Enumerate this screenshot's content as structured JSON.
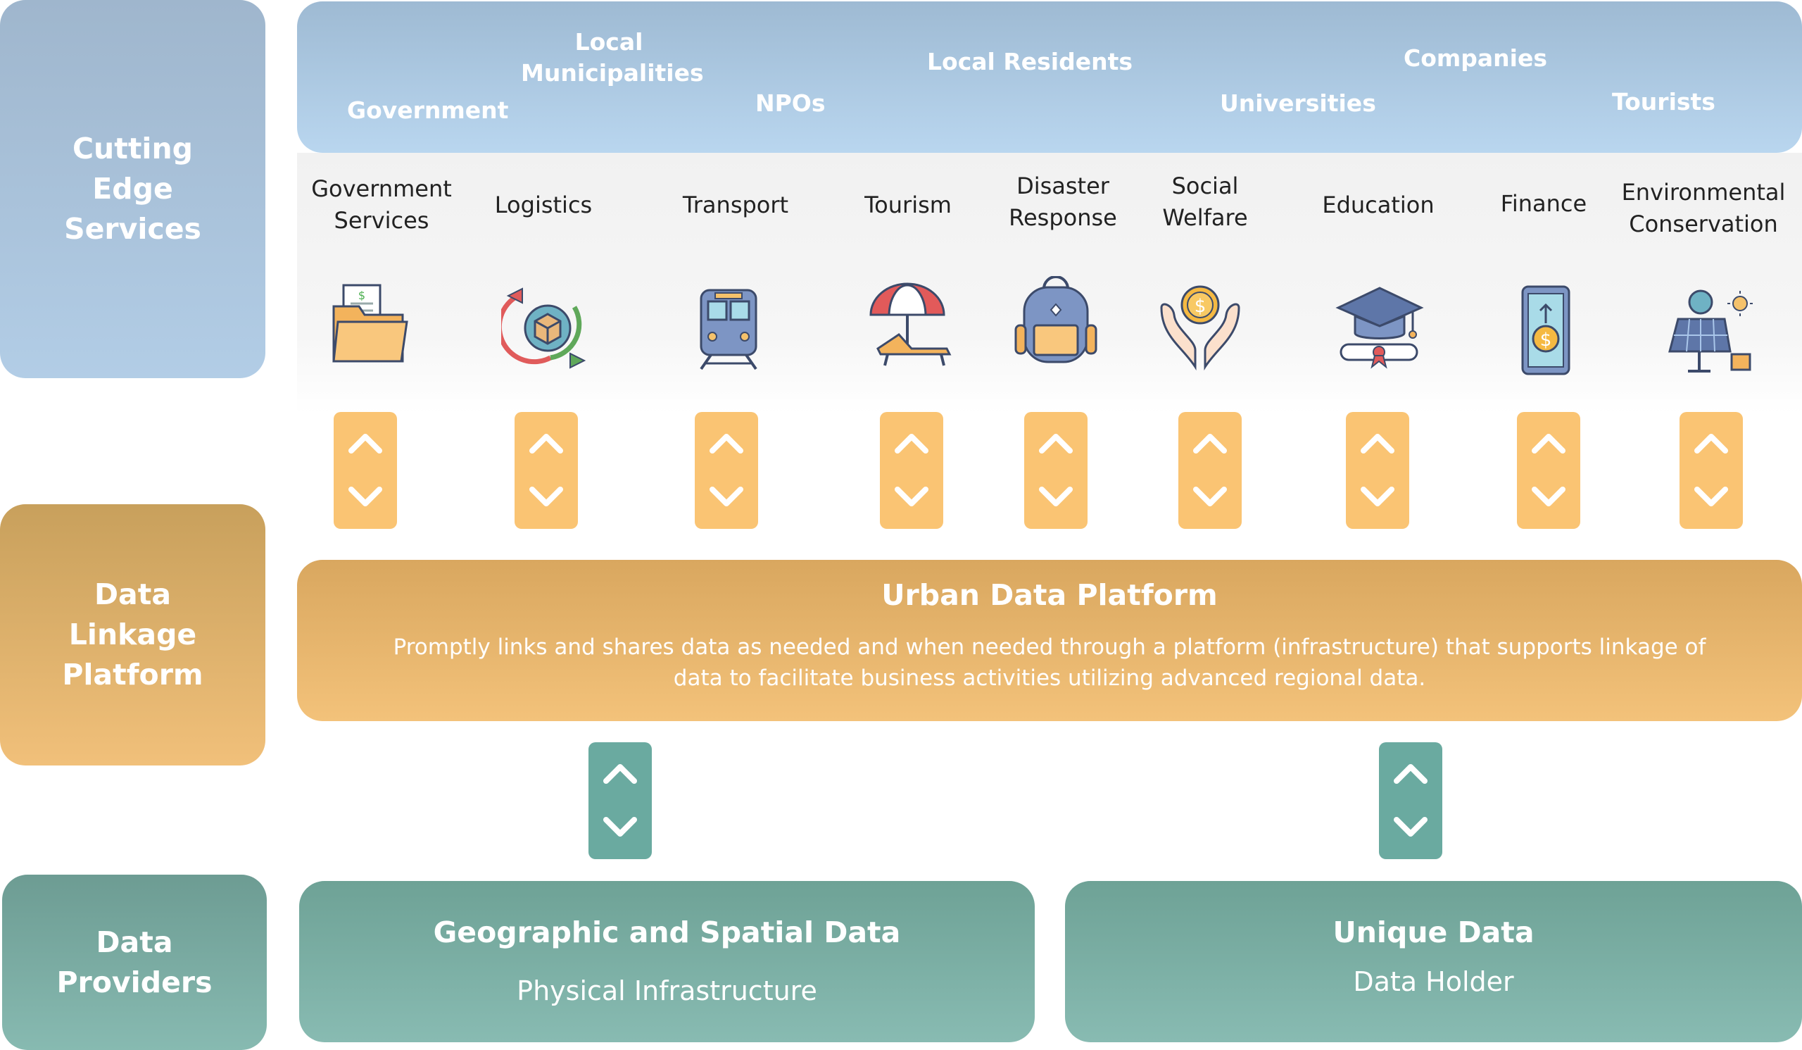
{
  "layers": {
    "cutting_edge": "Cutting Edge Services",
    "data_linkage": "Data Linkage Platform",
    "data_providers": "Data Providers"
  },
  "stakeholders": [
    "Government",
    "Local Municipalities",
    "NPOs",
    "Local Residents",
    "Universities",
    "Companies",
    "Tourists"
  ],
  "services": [
    {
      "label": "Government Services",
      "icon": "folder-document-icon"
    },
    {
      "label": "Logistics",
      "icon": "package-cycle-icon"
    },
    {
      "label": "Transport",
      "icon": "train-icon"
    },
    {
      "label": "Tourism",
      "icon": "beach-umbrella-icon"
    },
    {
      "label": "Disaster Response",
      "icon": "emergency-backpack-icon"
    },
    {
      "label": "Social Welfare",
      "icon": "hands-coin-icon"
    },
    {
      "label": "Education",
      "icon": "graduation-cap-icon"
    },
    {
      "label": "Finance",
      "icon": "mobile-payment-icon"
    },
    {
      "label": "Environmental Conservation",
      "icon": "solar-panel-icon"
    }
  ],
  "platform": {
    "title": "Urban Data Platform",
    "description": "Promptly links and shares data as needed and when needed through a platform (infrastructure) that supports linkage of data to facilitate business activities utilizing advanced regional data."
  },
  "providers": [
    {
      "title": "Geographic and Spatial Data",
      "subtitle": "Physical Infrastructure"
    },
    {
      "title": "Unique Data",
      "subtitle": "Data Holder"
    }
  ],
  "colors": {
    "services_blue": "#a8c4dd",
    "platform_orange": "#f1bd75",
    "provider_teal": "#7ab0a7",
    "arrow_orange": "#fac473",
    "arrow_teal": "#6aaaa0"
  }
}
